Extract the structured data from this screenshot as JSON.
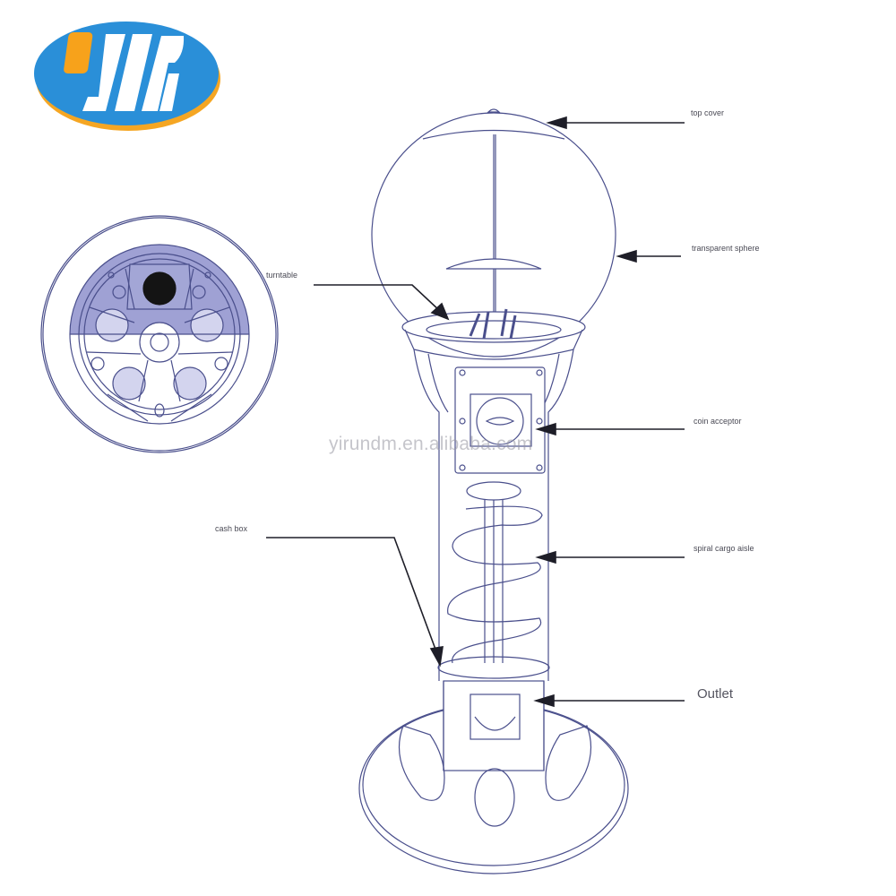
{
  "logo": {
    "name": "yirun-logo",
    "colors": {
      "ellipse": "#2a8fd8",
      "shadow": "#f5a623",
      "accent": "#f7a21b",
      "letters": "#ffffff"
    }
  },
  "watermark": {
    "text": "yirundm.en.alibaba.com"
  },
  "labels": {
    "top_cover": "top cover",
    "transparent_sphere": "transparent sphere",
    "turntable": "turntable",
    "coin_acceptor": "coin acceptor",
    "cash_box": "cash box",
    "spiral_cargo_aisle": "spiral cargo aisle",
    "outlet": "Outlet"
  },
  "colors": {
    "line": "#4a4f8c",
    "arrow": "#1e1e28",
    "turntable_shade": "#8e91cc",
    "turntable_light": "#d3d4ee",
    "turntable_hole": "#141414"
  }
}
